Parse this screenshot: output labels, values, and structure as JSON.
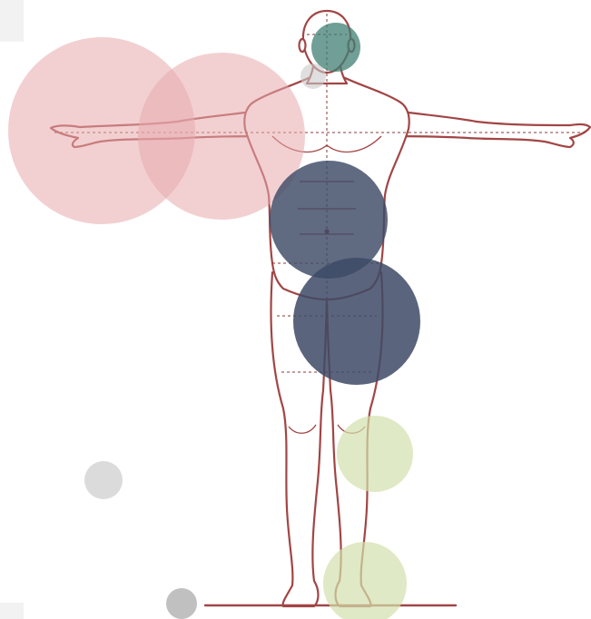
{
  "figure": {
    "subject": "human-figure-arms-outstretched",
    "line_color": "#a24545",
    "fill_color": "#ffffff",
    "guide_color": "#8a3838"
  },
  "markers": [
    {
      "name": "marker-head",
      "color": "#3f7f73",
      "opacity": 0.75
    },
    {
      "name": "marker-neck",
      "color": "#c9c9c9",
      "opacity": 0.6
    },
    {
      "name": "marker-left-arm-outer",
      "color": "#e8a9ad",
      "opacity": 0.55
    },
    {
      "name": "marker-left-arm-inner",
      "color": "#e8a9ad",
      "opacity": 0.55
    },
    {
      "name": "marker-abdomen",
      "color": "#3d4a66",
      "opacity": 0.82
    },
    {
      "name": "marker-pelvis",
      "color": "#3d4a66",
      "opacity": 0.85
    },
    {
      "name": "marker-knee",
      "color": "#d3e0ad",
      "opacity": 0.7
    },
    {
      "name": "marker-foot",
      "color": "#d3e0ad",
      "opacity": 0.7
    },
    {
      "name": "marker-gray-small",
      "color": "#cfcfcf",
      "opacity": 0.75
    },
    {
      "name": "marker-gray-ground",
      "color": "#b9b9b9",
      "opacity": 0.9
    }
  ]
}
